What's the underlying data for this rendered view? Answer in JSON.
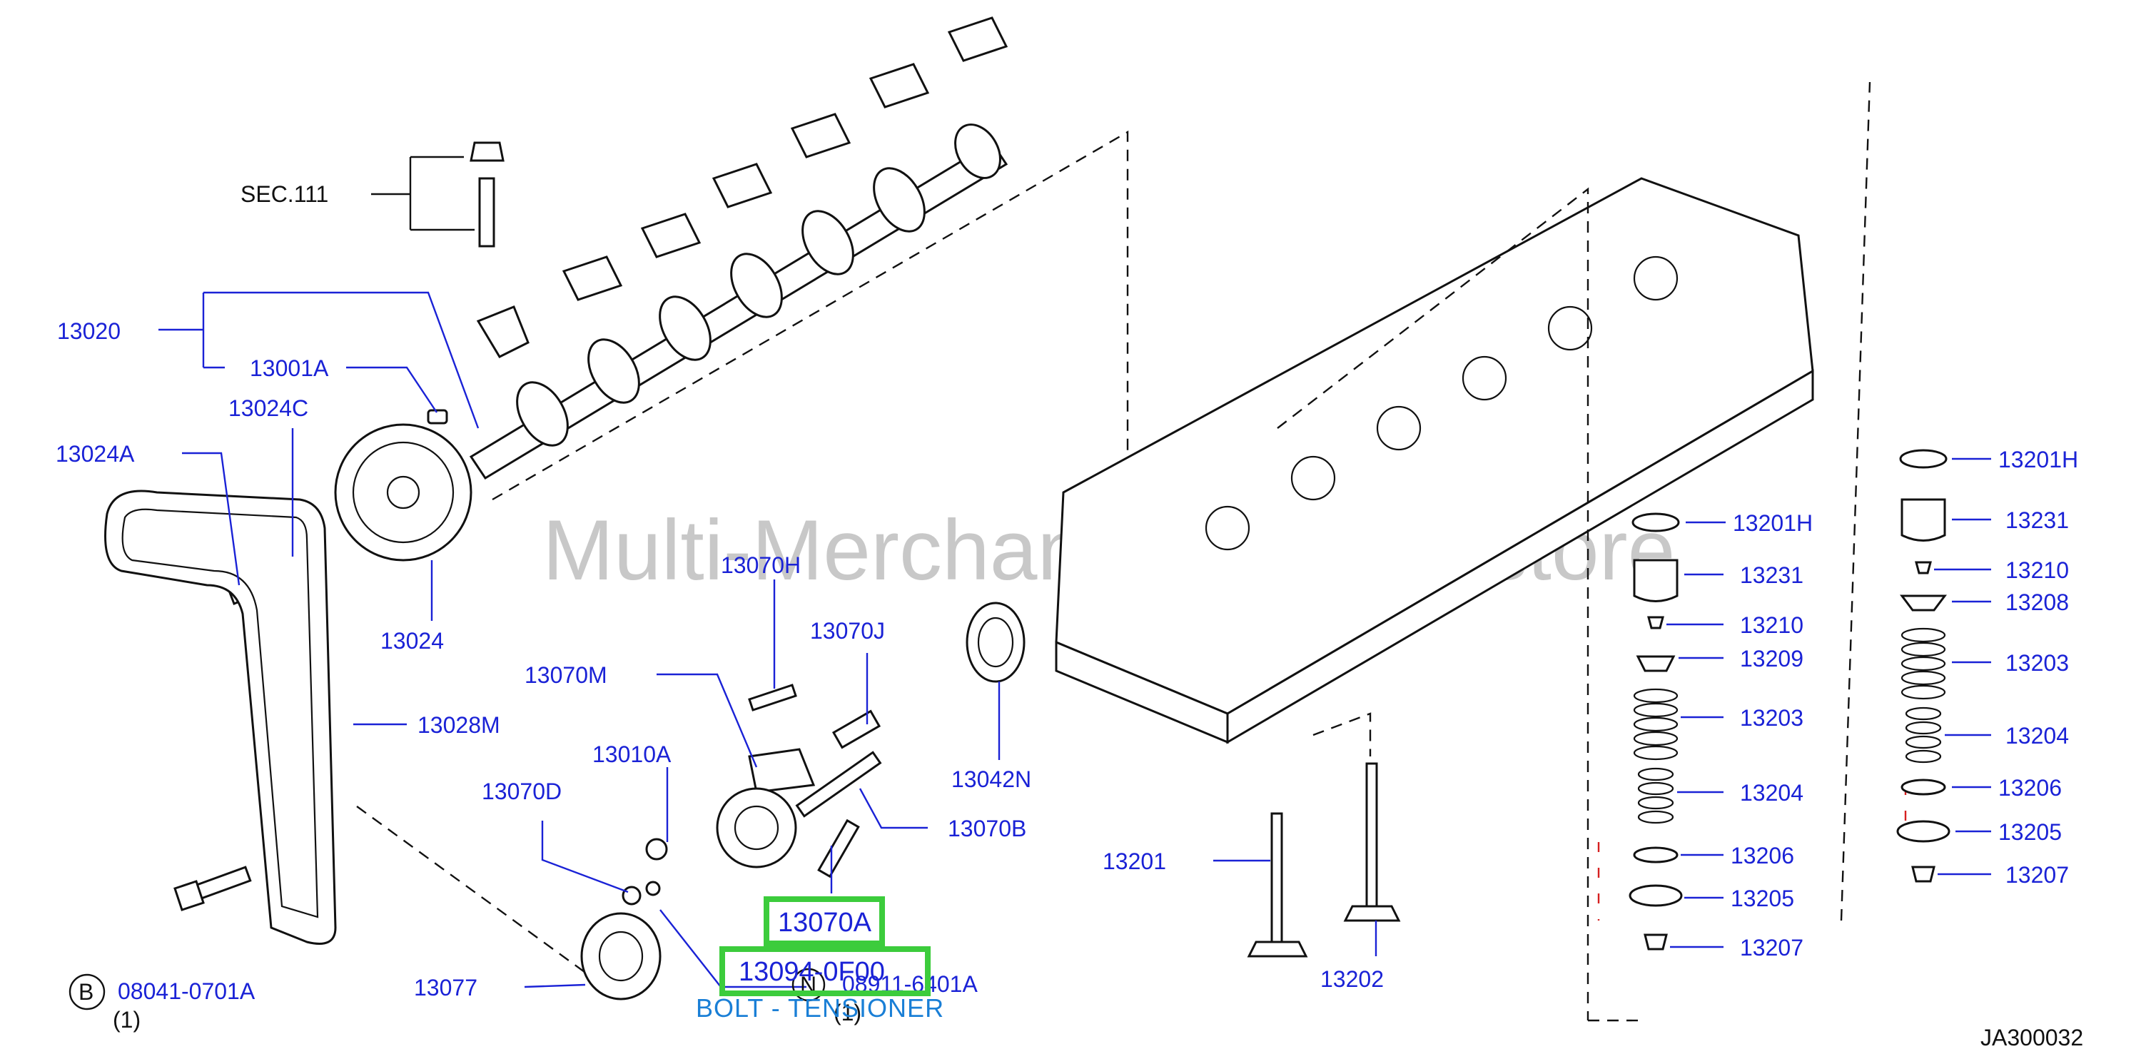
{
  "watermark": "Multi-Merchant Auto Partstore",
  "diagram_code": "JA300032",
  "sec_ref": "SEC.111",
  "circle_b": "B",
  "circle_n": "N",
  "qty_b": "(1)",
  "qty_n": "(1)",
  "highlight": {
    "part_a": "13070A",
    "part_b": "13094-0F00",
    "tooltip": "BOLT - TENSIONER"
  },
  "labels": {
    "p13020": "13020",
    "p13001A": "13001A",
    "p13024C": "13024C",
    "p13024A": "13024A",
    "p13024": "13024",
    "p13028M": "13028M",
    "p13070H": "13070H",
    "p13070J": "13070J",
    "p13070M": "13070M",
    "p13010A": "13010A",
    "p13070D": "13070D",
    "p13070B": "13070B",
    "p13042N": "13042N",
    "p13077": "13077",
    "p08041": "08041-0701A",
    "p08911": "08911-6401A",
    "p13201": "13201",
    "p13202": "13202",
    "m13201H": "13201H",
    "m13231": "13231",
    "m13210": "13210",
    "m13209": "13209",
    "m13203": "13203",
    "m13204": "13204",
    "m13206": "13206",
    "m13205": "13205",
    "m13207": "13207",
    "r13201H": "13201H",
    "r13231": "13231",
    "r13210": "13210",
    "r13208": "13208",
    "r13203": "13203",
    "r13204": "13204",
    "r13206": "13206",
    "r13205": "13205",
    "r13207": "13207"
  }
}
